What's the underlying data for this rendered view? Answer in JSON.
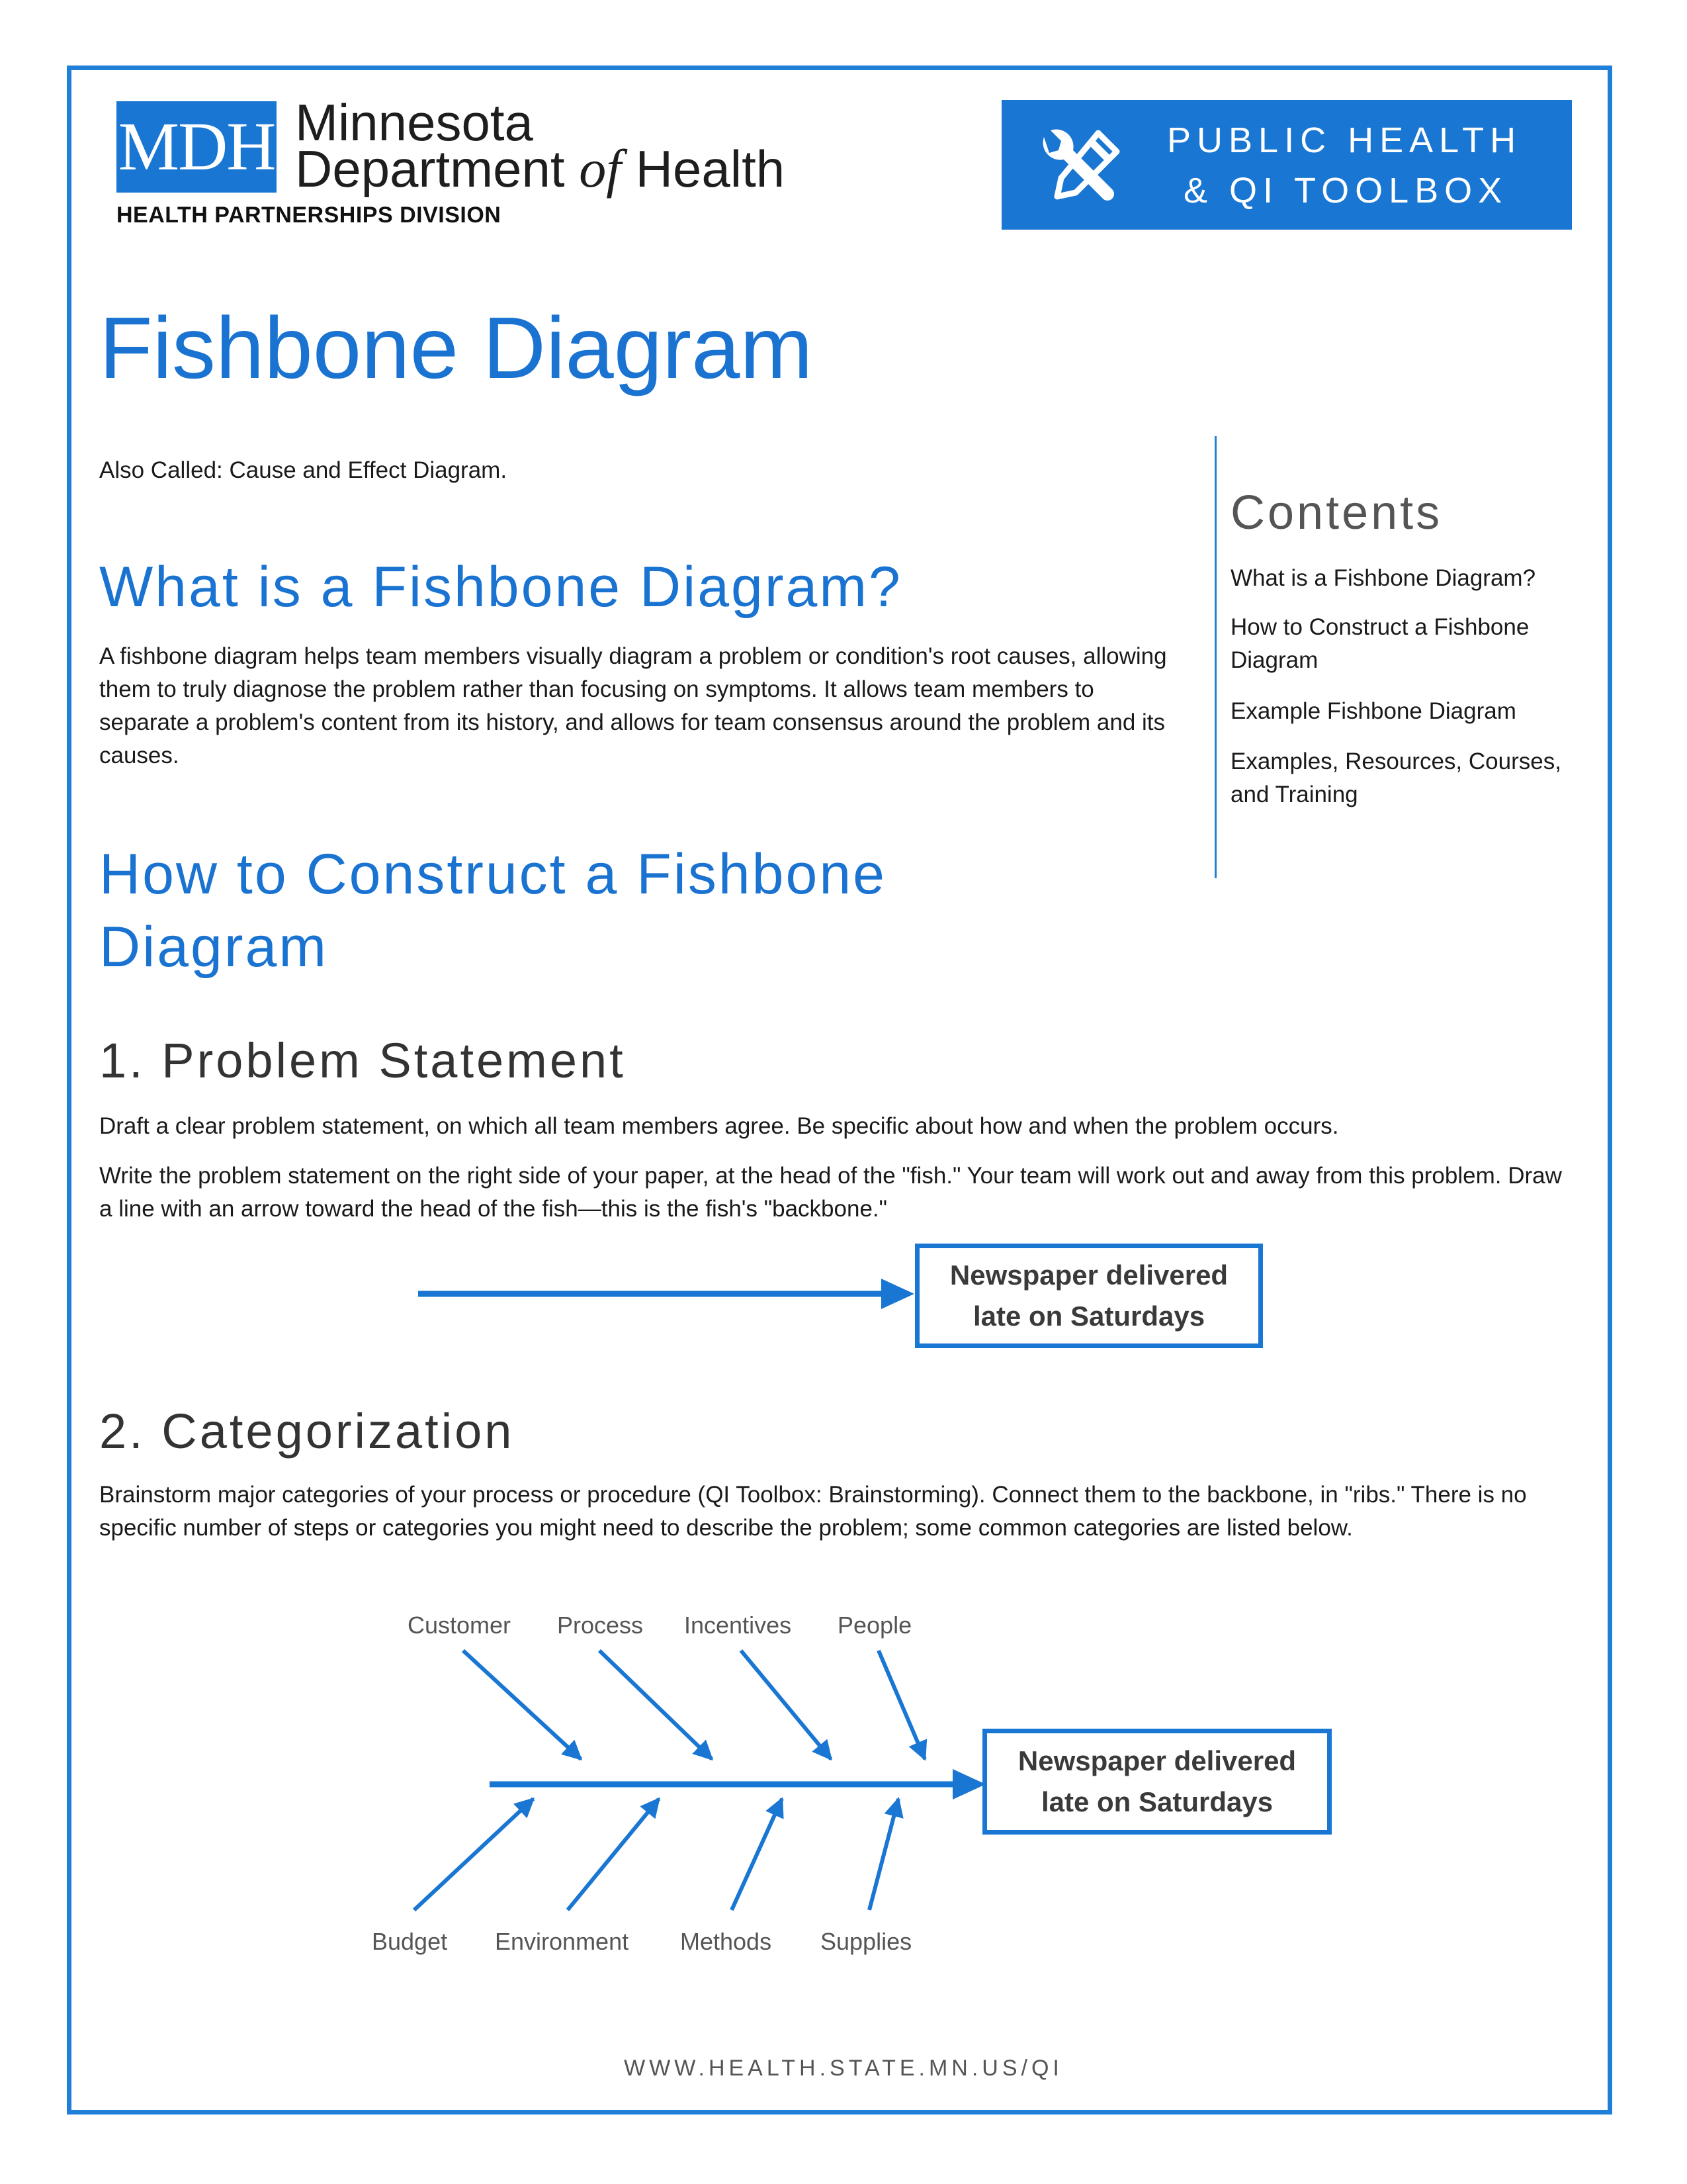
{
  "header": {
    "logo_abbr": "MDH",
    "logo_line1": "Minnesota",
    "logo_line2_a": "Department ",
    "logo_line2_b": "of",
    "logo_line2_c": " Health",
    "division": "HEALTH PARTNERSHIPS DIVISION",
    "toolbox_line1": "PUBLIC HEALTH",
    "toolbox_line2": "& QI TOOLBOX",
    "toolbox_icon": "tools-icon"
  },
  "title": "Fishbone Diagram",
  "also_called": "Also Called: Cause and Effect Diagram.",
  "section_what": {
    "heading": "What is a Fishbone Diagram?",
    "body": "A fishbone diagram helps team members visually diagram a problem or condition's root causes, allowing them to truly diagnose the problem rather than focusing on symptoms. It allows team members to separate a problem's content from its history, and allows for team consensus around the problem and its causes."
  },
  "section_how": {
    "heading_line1": "How to Construct a Fishbone",
    "heading_line2": "Diagram"
  },
  "step1": {
    "heading": "1. Problem Statement",
    "p1": "Draft a clear problem statement, on which all team members agree. Be specific about how and when the problem occurs.",
    "p2": "Write the problem statement on the right side of your paper, at the head of the \"fish.\" Your team will work out and away from this problem. Draw a line with an arrow toward the head of the fish—this is the fish's \"backbone.\""
  },
  "problem_box": {
    "line1": "Newspaper delivered",
    "line2": "late on Saturdays"
  },
  "step2": {
    "heading": "2. Categorization",
    "body": "Brainstorm major categories of your process or procedure (QI Toolbox: Brainstorming). Connect them to the backbone, in \"ribs.\" There is no specific number of steps or categories you might need to describe the problem; some common categories are listed below."
  },
  "categories_top": [
    "Customer",
    "Process",
    "Incentives",
    "People"
  ],
  "categories_bottom": [
    "Budget",
    "Environment",
    "Methods",
    "Supplies"
  ],
  "contents": {
    "title": "Contents",
    "items": [
      "What is a Fishbone Diagram?",
      "How to Construct a Fishbone Diagram",
      "Example Fishbone Diagram",
      "Examples, Resources, Courses, and Training"
    ]
  },
  "footer": "WWW.HEALTH.STATE.MN.US/QI",
  "colors": {
    "accent": "#1976d2",
    "heading": "#1a73d1"
  }
}
